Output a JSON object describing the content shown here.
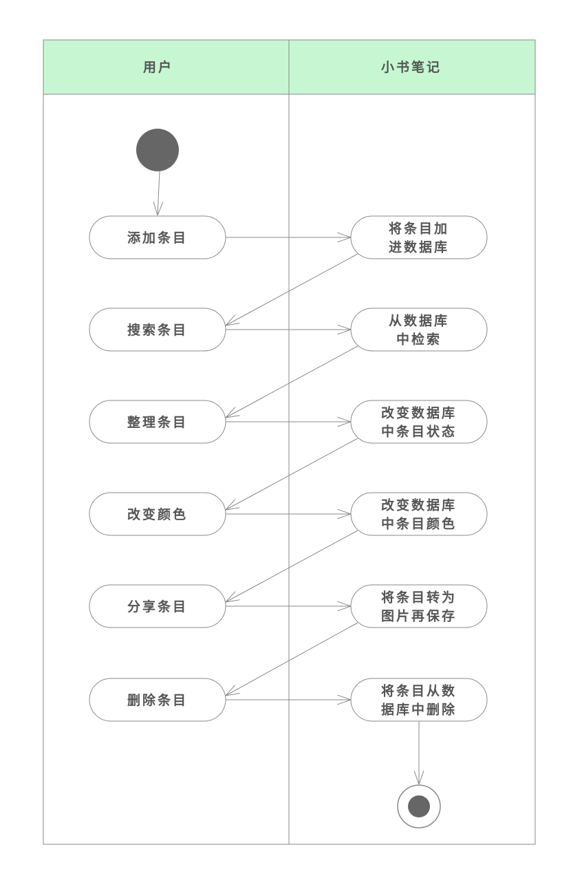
{
  "lanes": [
    {
      "title": "用户"
    },
    {
      "title": "小书笔记"
    }
  ],
  "user_actions": [
    [
      "添加条目"
    ],
    [
      "搜索条目"
    ],
    [
      "整理条目"
    ],
    [
      "改变颜色"
    ],
    [
      "分享条目"
    ],
    [
      "删除条目"
    ]
  ],
  "system_actions": [
    [
      "将条目加",
      "进数据库"
    ],
    [
      "从数据库",
      "中检索"
    ],
    [
      "改变数据库",
      "中条目状态"
    ],
    [
      "改变数据库",
      "中条目颜色"
    ],
    [
      "将条目转为",
      "图片再保存"
    ],
    [
      "将条目从数",
      "据库中删除"
    ]
  ],
  "colors": {
    "header_fill": "#c6f7d2",
    "line": "#888888",
    "initial_node": "#666666",
    "text": "#555555"
  }
}
